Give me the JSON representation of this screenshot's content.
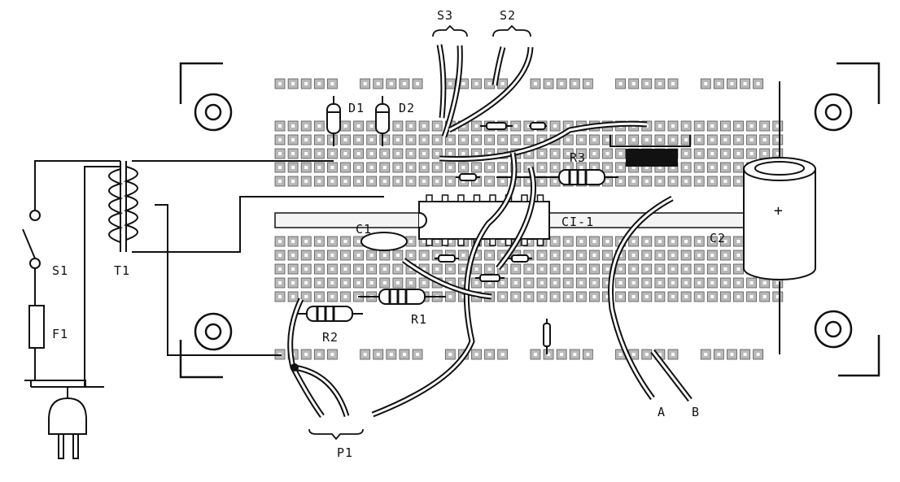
{
  "diagram": {
    "labels": {
      "s3": "S3",
      "s2": "S2",
      "d1": "D1",
      "d2": "D2",
      "r3": "R3",
      "ci1": "CI-1",
      "c1": "C1",
      "c2": "C2",
      "c2_polarity": "+",
      "s1": "S1",
      "t1": "T1",
      "f1": "F1",
      "r2": "R2",
      "r1": "R1",
      "a": "A",
      "b": "B",
      "p1": "P1"
    },
    "colors": {
      "ink": "#111111",
      "pad": "#b9b9b9",
      "board_strip": "#f2f2f2"
    }
  }
}
